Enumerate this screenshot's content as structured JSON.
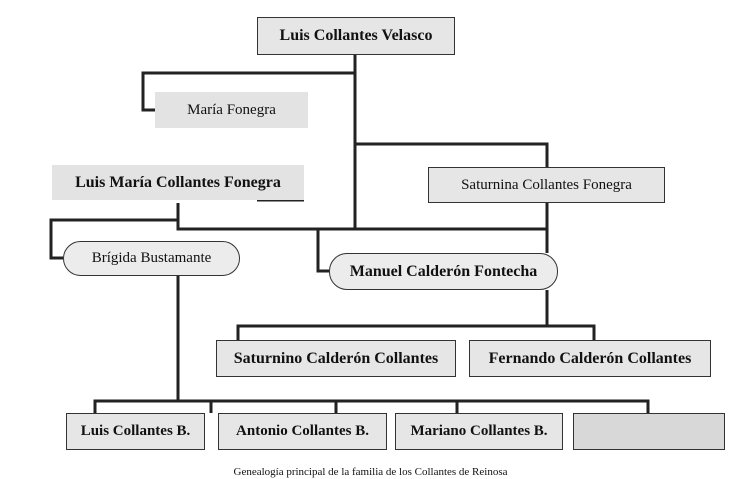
{
  "title_person": "Luis Collantes Velasco",
  "spouse_1": "María Fonegra",
  "child_1": "Luis María Collantes Fonegra",
  "child_2": "Saturnina Collantes Fonegra",
  "child_1_spouse": "Brígida Bustamante",
  "child_2_spouse": "Manuel Calderón Fontecha",
  "grandchildren_2": [
    "Saturnino Calderón Collantes",
    "Fernando Calderón Collantes"
  ],
  "grandchildren_1": [
    "Luis Collantes B.",
    "Antonio Collantes B.",
    "Mariano Collantes B.",
    ""
  ],
  "caption": "Genealogía principal de la familia de los Collantes de Reinosa"
}
